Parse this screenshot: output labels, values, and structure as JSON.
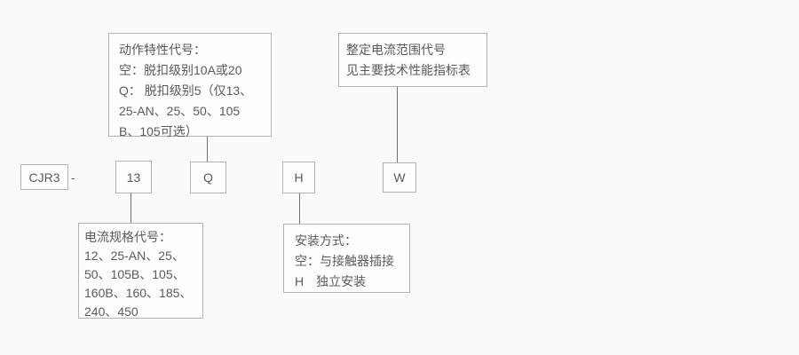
{
  "colors": {
    "background": "#fafafa",
    "box_border": "#b3b3b3",
    "box_fill": "#fdfdfd",
    "text": "#5a5a5a",
    "connector": "#6e6e6e"
  },
  "model_code": {
    "prefix": "CJR3",
    "separator": "-",
    "current_spec": "13",
    "action_characteristic": "Q",
    "mounting": "H",
    "current_range": "W"
  },
  "callouts": {
    "action_characteristic": {
      "lines": [
        "动作特性代号：",
        "空：脱扣级别10A或20",
        "Q： 脱扣级别5（仅13、",
        "25-AN、25、50、105",
        "B、105可选）"
      ]
    },
    "current_range": {
      "lines": [
        "整定电流范围代号",
        "见主要技术性能指标表"
      ]
    },
    "current_spec": {
      "lines": [
        "电流规格代号：",
        "12、25-AN、25、",
        "50、105B、105、",
        "160B、160、185、",
        "240、450"
      ]
    },
    "mounting": {
      "lines": [
        "安装方式：",
        "空：与接触器插接",
        "H　独立安装"
      ]
    }
  }
}
